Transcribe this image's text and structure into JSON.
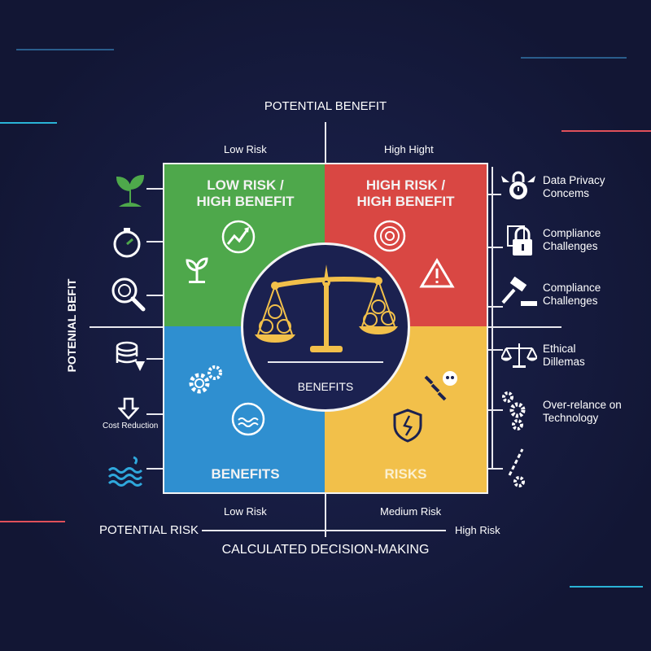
{
  "colors": {
    "background": "#151a3a",
    "low_risk_high_benefit": "#4ea84b",
    "high_risk_high_benefit": "#d94743",
    "benefits": "#2f8fd0",
    "risks": "#f2c04a",
    "scale": "#f2c04a"
  },
  "axes": {
    "top_title": "POTENTIAL BENEFIT",
    "top_left": "Low Risk",
    "top_right": "High Hight",
    "left_vertical": "POTENIAL BEFIT",
    "bottom_left": "Low Risk",
    "bottom_right": "Medium Risk",
    "bottom_axis_label": "POTENTIAL RISK",
    "bottom_axis_end": "High Risk",
    "footer": "CALCULATED DECISION-MAKING"
  },
  "quadrants": {
    "top_left": "LOW RISK /\nHIGH BENEFIT",
    "top_right": "HIGH RISK /\nHIGH BENEFIT",
    "bottom_left": "BENEFITS",
    "bottom_right": "RISKS"
  },
  "center": {
    "label": "BENEFITS",
    "icon": "balance-scale-icon"
  },
  "left_items": [
    {
      "icon": "sprout-icon"
    },
    {
      "icon": "stopwatch-icon"
    },
    {
      "icon": "brain-search-icon"
    },
    {
      "icon": "coins-down-icon"
    },
    {
      "icon": "arrow-down-icon",
      "label": "Cost Reduction"
    },
    {
      "icon": "waves-icon"
    }
  ],
  "right_items": [
    {
      "icon": "winged-lock-icon",
      "label": "Data Privacy\nConcems"
    },
    {
      "icon": "padlock-document-icon",
      "label": "Compliance\nChallenges"
    },
    {
      "icon": "gavel-icon",
      "label": "Compliance\nChallenges"
    },
    {
      "icon": "scales-icon",
      "label": "Ethical\nDillemas"
    },
    {
      "icon": "gears-icon",
      "label": "Over-relance on\nTechnology"
    },
    {
      "icon": "chain-gear-icon"
    }
  ]
}
